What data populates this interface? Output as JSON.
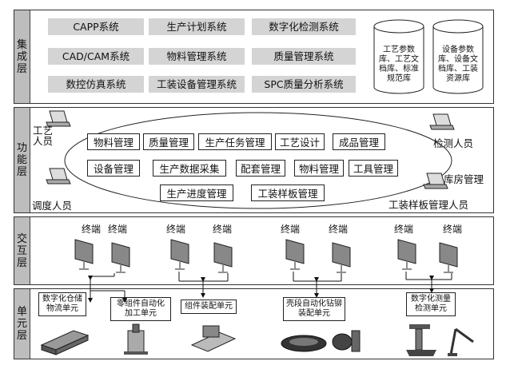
{
  "layers": {
    "integration": "集成层",
    "function": "功能层",
    "interaction": "交互层",
    "unit": "单元层"
  },
  "integration_systems": [
    "CAPP系统",
    "生产计划系统",
    "数字化检测系统",
    "CAD/CAM系统",
    "物料管理系统",
    "质量管理系统",
    "数控仿真系统",
    "工装设备管理系统",
    "SPC质量分析系统"
  ],
  "databases": [
    "工艺参数库、工艺文档库、标准规范库",
    "设备参数库、设备文档库、工装资源库"
  ],
  "function_modules": [
    "物料管理",
    "质量管理",
    "生产任务管理",
    "工艺设计",
    "成品管理",
    "设备管理",
    "生产数据采集",
    "配套管理",
    "物料管理",
    "工具管理",
    "生产进度管理",
    "工装样板管理"
  ],
  "personnel": {
    "process": "工艺人员",
    "inspection": "检测人员",
    "warehouse": "库房管理",
    "dispatch": "调度人员",
    "tooling": "工装样板管理人员"
  },
  "terminal_label": "终端",
  "units": [
    "数字化仓储物流单元",
    "零组件自动化加工单元",
    "组件装配单元",
    "壳段自动化钻铆装配单元",
    "数字化测量检测单元"
  ]
}
